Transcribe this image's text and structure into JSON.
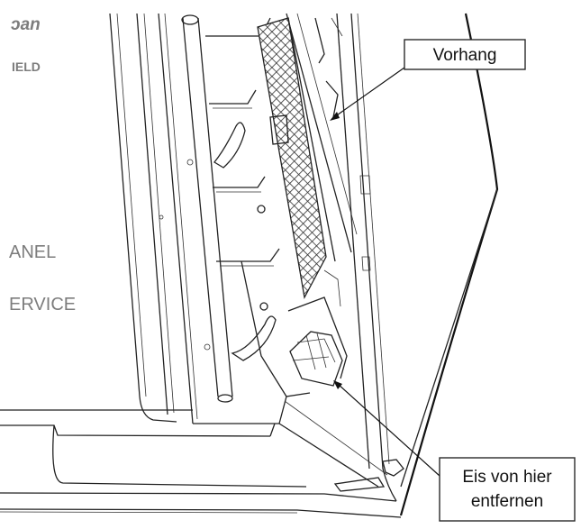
{
  "panel_labels": {
    "line1": "ɔan",
    "line2": "IELD",
    "line3": "ANEL",
    "line4": "ERVICE"
  },
  "callouts": {
    "curtain": "Vorhang",
    "ice_line1": "Eis von hier",
    "ice_line2": "entfernen"
  }
}
